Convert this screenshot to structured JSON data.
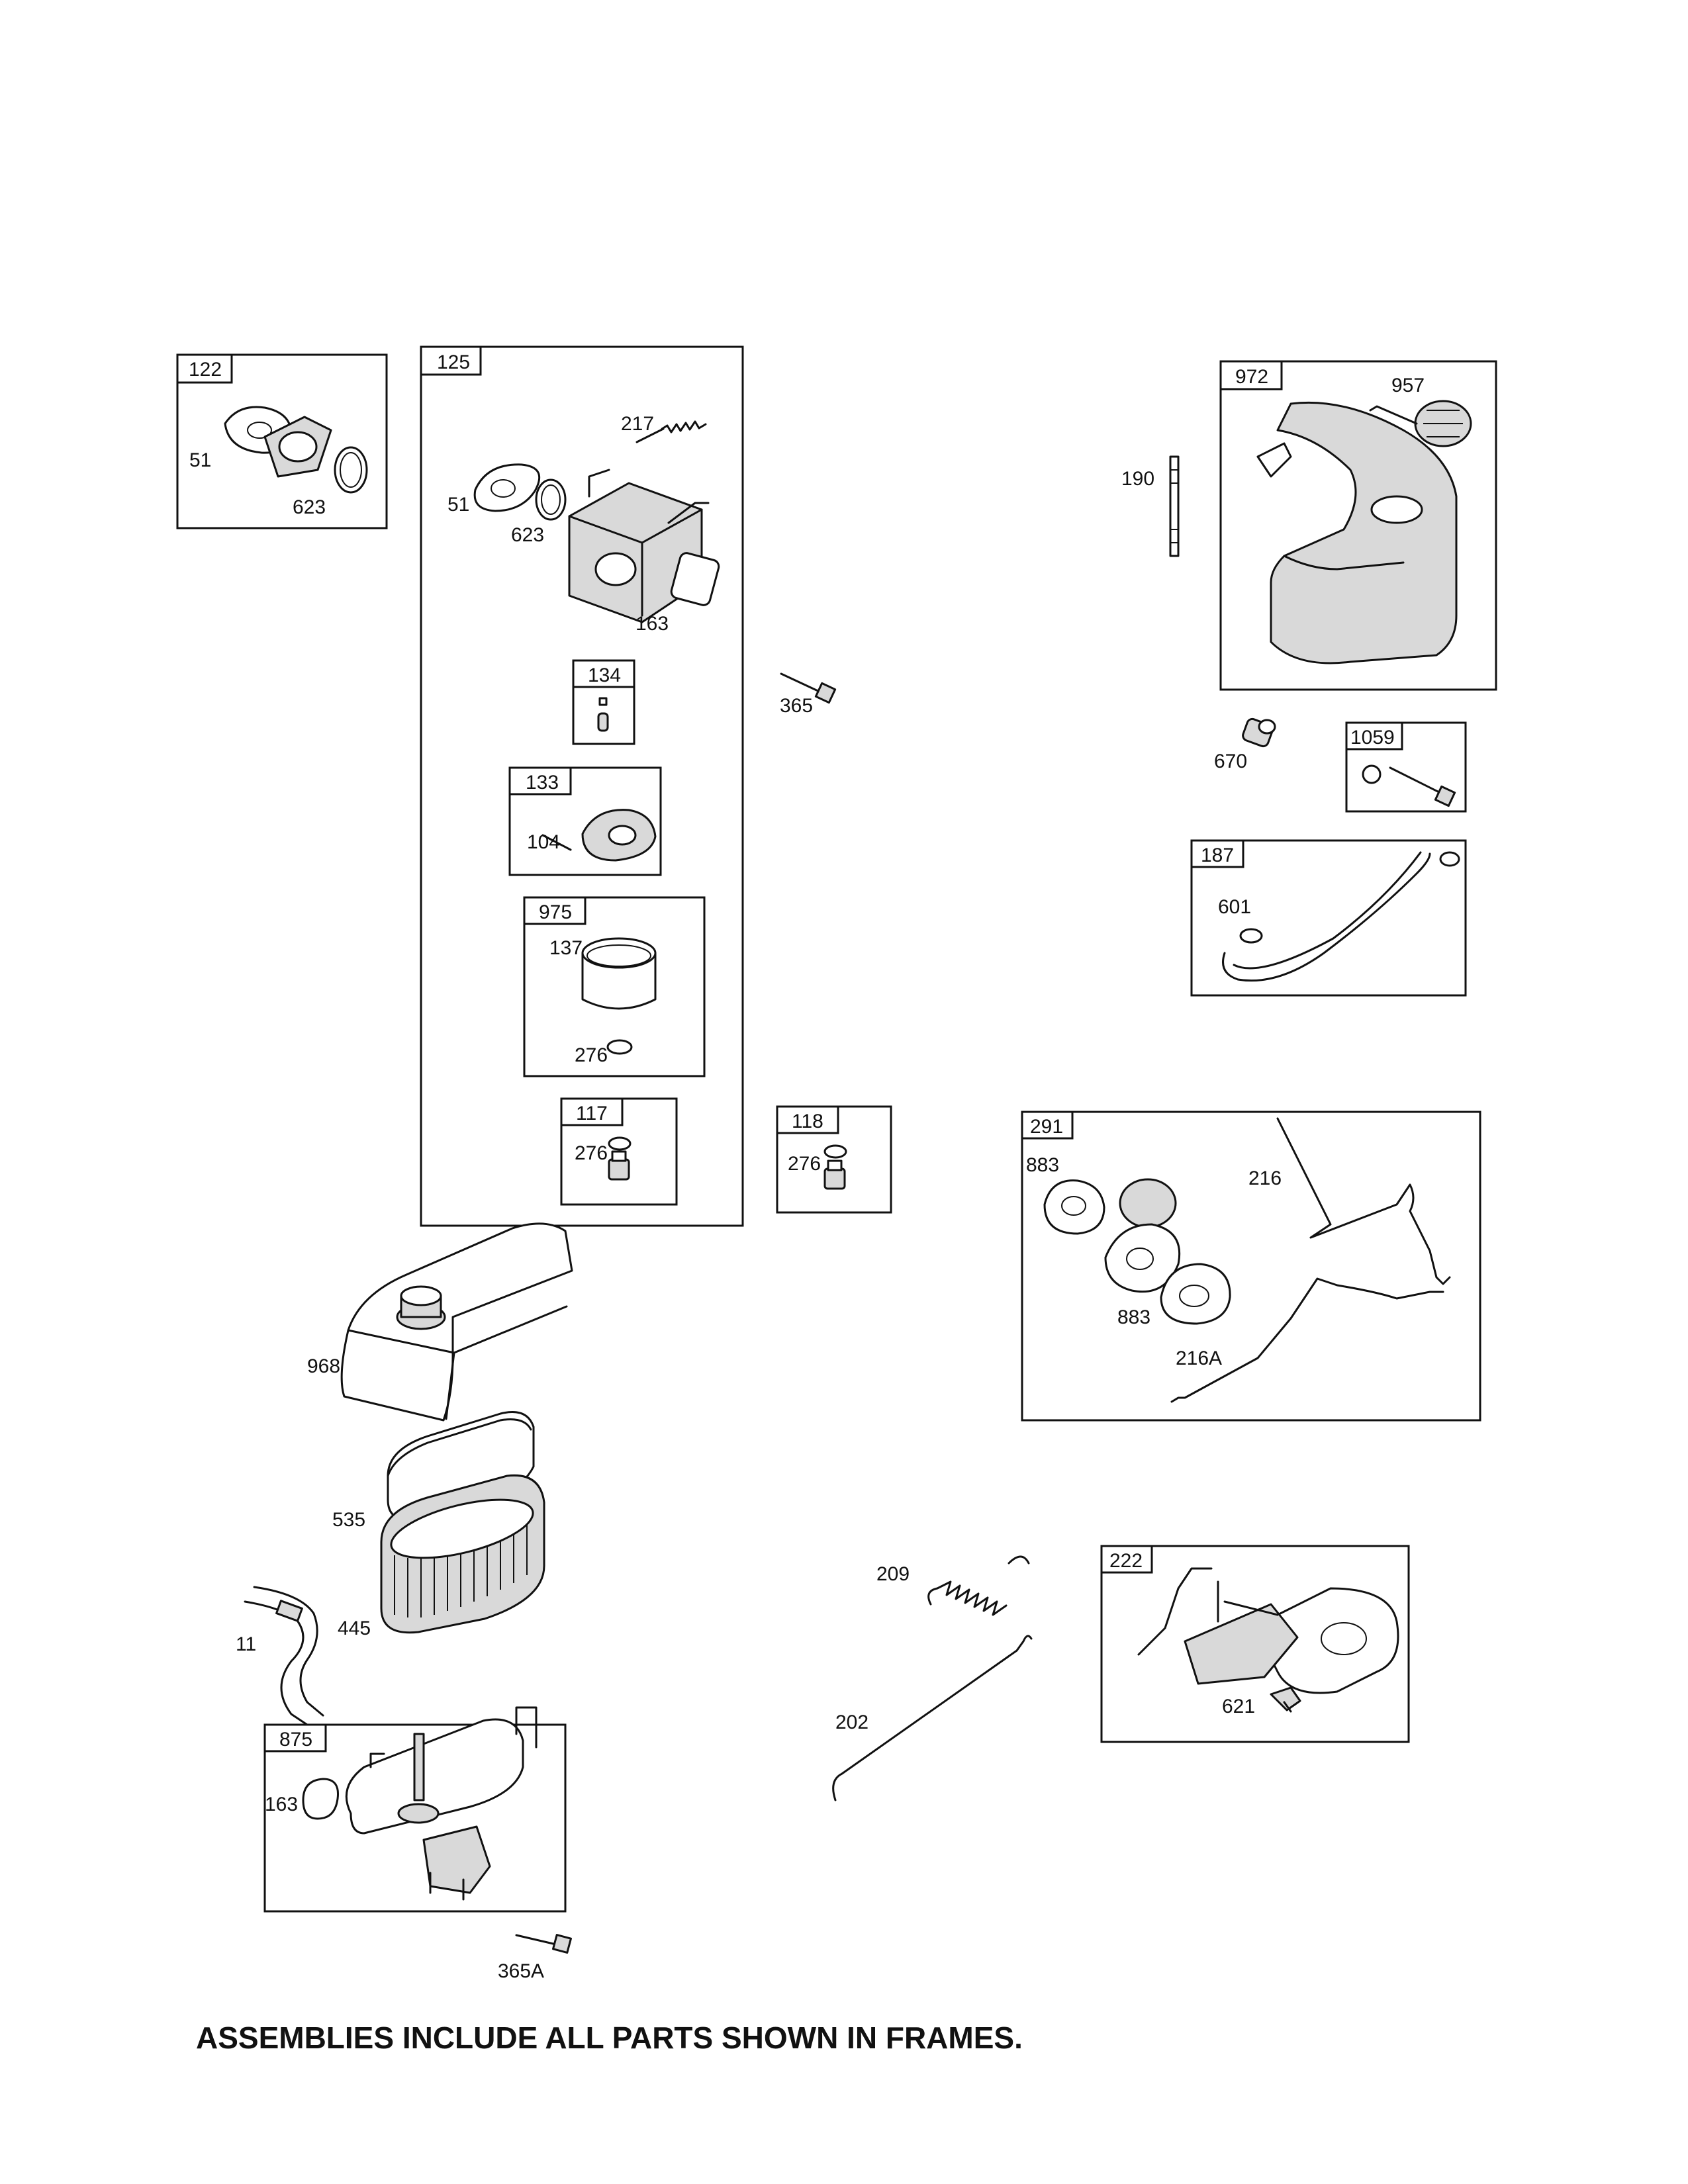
{
  "footer_note": "ASSEMBLIES INCLUDE ALL PARTS SHOWN IN FRAMES.",
  "frames": {
    "f122": "122",
    "f125": "125",
    "f134": "134",
    "f133": "133",
    "f975": "975",
    "f117": "117",
    "f118": "118",
    "f972": "972",
    "f1059": "1059",
    "f187": "187",
    "f291": "291",
    "f222": "222",
    "f875": "875"
  },
  "callouts": {
    "c51a": "51",
    "c623a": "623",
    "c217": "217",
    "c51b": "51",
    "c623b": "623",
    "c163a": "163",
    "c365": "365",
    "c104": "104",
    "c137": "137",
    "c276a": "276",
    "c276b": "276",
    "c276c": "276",
    "c957": "957",
    "c190": "190",
    "c670": "670",
    "c601": "601",
    "c883a": "883",
    "c216": "216",
    "c883b": "883",
    "c216A": "216A",
    "c968": "968",
    "c535": "535",
    "c11": "11",
    "c445": "445",
    "c163b": "163",
    "c365A": "365A",
    "c209": "209",
    "c202": "202",
    "c621": "621"
  }
}
